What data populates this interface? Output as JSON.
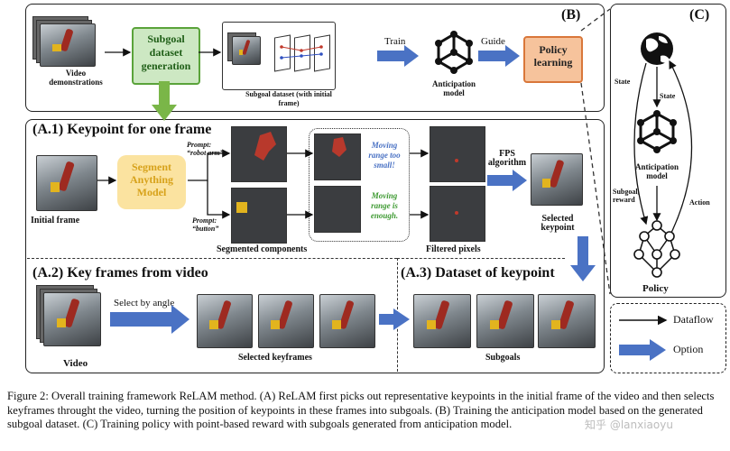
{
  "labels": {
    "video_demos": "Video demonstrations",
    "subgoal_gen": "Subgoal dataset generation",
    "subgoal_dataset": "Subgoal dataset (with initial frame)",
    "train": "Train",
    "anticipation_model": "Anticipation model",
    "guide": "Guide",
    "policy_learning": "Policy learning",
    "section_b": "(B)",
    "section_c": "(C)",
    "a1_title": "(A.1) Keypoint for one frame",
    "prompt1": "Prompt: “robot arm”",
    "prompt2": "Prompt: “button”",
    "sam": "Segment Anything Model",
    "initial_frame": "Initial frame",
    "segmented": "Segmented components",
    "filtered": "Filtered pixels",
    "fps": "FPS algorithm",
    "selected_keypoint": "Selected keypoint",
    "note_small": "Moving range too small!",
    "note_enough": "Moving range is enough.",
    "a2_title": "(A.2) Key frames from video",
    "select_by_angle": "Select by angle",
    "video": "Video",
    "selected_keyframes": "Selected keyframes",
    "a3_title": "(A.3) Dataset of keypoint",
    "subgoals": "Subgoals",
    "state1": "State",
    "state2": "State",
    "c_anticipation": "Anticipation model",
    "subgoal_reward": "Subgoal, reward",
    "action": "Action",
    "policy": "Policy",
    "legend_dataflow": "Dataflow",
    "legend_option": "Option",
    "watermark": "知乎 @lanxiaoyu"
  },
  "caption": "Figure 2: Overall training framework ReLAM method. (A) ReLAM first picks out representative keypoints in the initial frame of the video and then selects keyframes throught the video, turning the position of keypoints in these frames into subgoals. (B) Training the anticipation model based on the generated subgoal dataset. (C) Training policy with point-based reward with subgoals generated from anticipation model.",
  "colors": {
    "green": "#7ab648",
    "orange": "#d9773a",
    "blue": "#4a72c4",
    "yellow": "#fbe3a0"
  }
}
